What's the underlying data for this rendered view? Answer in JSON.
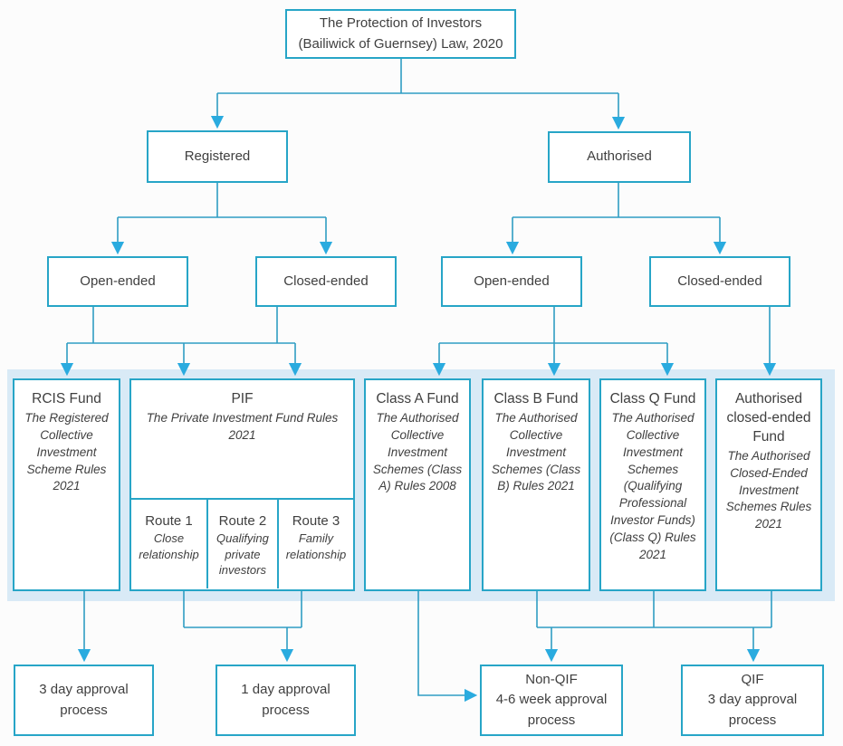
{
  "colors": {
    "box_border": "#27a5c7",
    "line": "#2f9dc3",
    "arrow": "#2aabdf",
    "band_bg": "#d9eaf6",
    "text": "#3f3f3f",
    "page_bg": "#fcfcfc"
  },
  "law_box": {
    "line1": "The Protection of Investors",
    "line2": "(Bailiwick of Guernsey) Law, 2020"
  },
  "level2": {
    "registered": "Registered",
    "authorised": "Authorised"
  },
  "level3": {
    "reg_open": "Open-ended",
    "reg_closed": "Closed-ended",
    "auth_open": "Open-ended",
    "auth_closed": "Closed-ended"
  },
  "funds": {
    "rcis": {
      "title": "RCIS Fund",
      "rules": "The Registered Collective Investment Scheme Rules 2021"
    },
    "pif": {
      "title": "PIF",
      "rules": "The Private Investment Fund Rules 2021",
      "routes": [
        {
          "title": "Route 1",
          "desc": "Close relationship"
        },
        {
          "title": "Route 2",
          "desc": "Qualifying private investors"
        },
        {
          "title": "Route 3",
          "desc": "Family relationship"
        }
      ]
    },
    "class_a": {
      "title": "Class A Fund",
      "rules": "The Authorised Collective Investment Schemes (Class A) Rules 2008"
    },
    "class_b": {
      "title": "Class B Fund",
      "rules": "The Authorised Collective Investment Schemes (Class B) Rules 2021"
    },
    "class_q": {
      "title": "Class Q Fund",
      "rules": "The Authorised Collective Investment Schemes (Qualifying Professional Investor Funds) (Class Q) Rules 2021"
    },
    "auth_ce": {
      "title": "Authorised closed-ended Fund",
      "rules": "The Authorised Closed-Ended Investment Schemes Rules 2021"
    }
  },
  "outcomes": {
    "three_day": "3 day approval process",
    "one_day": "1 day approval process",
    "non_qif": {
      "line1": "Non-QIF",
      "line2": "4-6 week approval process"
    },
    "qif": {
      "line1": "QIF",
      "line2": "3 day approval process"
    }
  }
}
